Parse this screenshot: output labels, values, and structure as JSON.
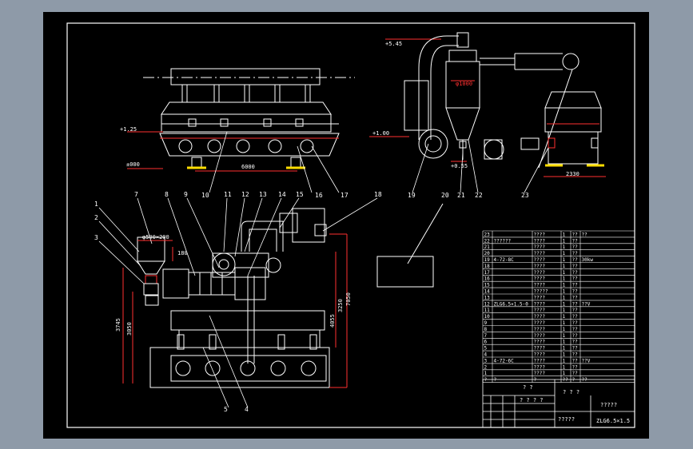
{
  "drawing": {
    "elevations": {
      "top_left_high": "+1.25",
      "top_left_zero": "±000",
      "top_right_top": "+5.45",
      "top_right_mid": "+1.00",
      "top_right_low": "+0.55"
    },
    "dimensions": {
      "bed_length": "6000",
      "fan_base": "2330",
      "flange": "φ500×200",
      "side_short": "180",
      "left_total": "3745",
      "left_mid": "3050",
      "right_a": "4055",
      "right_b": "3250",
      "right_c": "7050",
      "cyclone_dia": "φ1000"
    },
    "callouts": [
      "1",
      "2",
      "3",
      "4",
      "5",
      "7",
      "8",
      "9",
      "10",
      "11",
      "12",
      "13",
      "14",
      "15",
      "16",
      "17",
      "18",
      "19",
      "20",
      "21",
      "22",
      "23"
    ]
  },
  "parts_list": {
    "rows": [
      {
        "no": "23",
        "name": "",
        "code": "????",
        "qty": "1",
        "mat": "??",
        "note": "??"
      },
      {
        "no": "22",
        "name": "??????",
        "code": "????",
        "qty": "1",
        "mat": "??",
        "note": ""
      },
      {
        "no": "21",
        "name": "",
        "code": "????",
        "qty": "1",
        "mat": "??",
        "note": ""
      },
      {
        "no": "20",
        "name": "",
        "code": "????",
        "qty": "1",
        "mat": "??",
        "note": ""
      },
      {
        "no": "19",
        "name": "4-72-8C",
        "code": "????",
        "qty": "1",
        "mat": "??",
        "note": "30kw"
      },
      {
        "no": "18",
        "name": "",
        "code": "????",
        "qty": "1",
        "mat": "??",
        "note": ""
      },
      {
        "no": "17",
        "name": "",
        "code": "????",
        "qty": "1",
        "mat": "??",
        "note": ""
      },
      {
        "no": "16",
        "name": "",
        "code": "????",
        "qty": "1",
        "mat": "??",
        "note": ""
      },
      {
        "no": "15",
        "name": "",
        "code": "????",
        "qty": "1",
        "mat": "??",
        "note": ""
      },
      {
        "no": "14",
        "name": "",
        "code": "?????",
        "qty": "1",
        "mat": "??",
        "note": ""
      },
      {
        "no": "13",
        "name": "",
        "code": "????",
        "qty": "1",
        "mat": "??",
        "note": ""
      },
      {
        "no": "12",
        "name": "ZLG6.5×1.5-0",
        "code": "????",
        "qty": "1",
        "mat": "??",
        "note": "??V"
      },
      {
        "no": "11",
        "name": "",
        "code": "????",
        "qty": "1",
        "mat": "??",
        "note": ""
      },
      {
        "no": "10",
        "name": "",
        "code": "????",
        "qty": "1",
        "mat": "??",
        "note": ""
      },
      {
        "no": "9",
        "name": "",
        "code": "????",
        "qty": "1",
        "mat": "??",
        "note": ""
      },
      {
        "no": "8",
        "name": "",
        "code": "????",
        "qty": "1",
        "mat": "??",
        "note": ""
      },
      {
        "no": "7",
        "name": "",
        "code": "????",
        "qty": "1",
        "mat": "??",
        "note": ""
      },
      {
        "no": "6",
        "name": "",
        "code": "????",
        "qty": "1",
        "mat": "??",
        "note": ""
      },
      {
        "no": "5",
        "name": "",
        "code": "????",
        "qty": "1",
        "mat": "??",
        "note": ""
      },
      {
        "no": "4",
        "name": "",
        "code": "????",
        "qty": "1",
        "mat": "??",
        "note": ""
      },
      {
        "no": "3",
        "name": "4-72-6C",
        "code": "????",
        "qty": "1",
        "mat": "??",
        "note": "??V"
      },
      {
        "no": "2",
        "name": "",
        "code": "????",
        "qty": "1",
        "mat": "??",
        "note": ""
      },
      {
        "no": "1",
        "name": "",
        "code": "????",
        "qty": "1",
        "mat": "??",
        "note": ""
      }
    ],
    "header": {
      "no": "?",
      "name": "?",
      "code": "?",
      "qty": "??",
      "mat": "?",
      "note": "??"
    }
  },
  "title_block": {
    "name_cells": "? ? ?",
    "scale_cells": "? ?",
    "org": "?????",
    "drawing_no": "ZLG6.5×1.5",
    "small": "? ? ? ?",
    "approval": "?????"
  }
}
